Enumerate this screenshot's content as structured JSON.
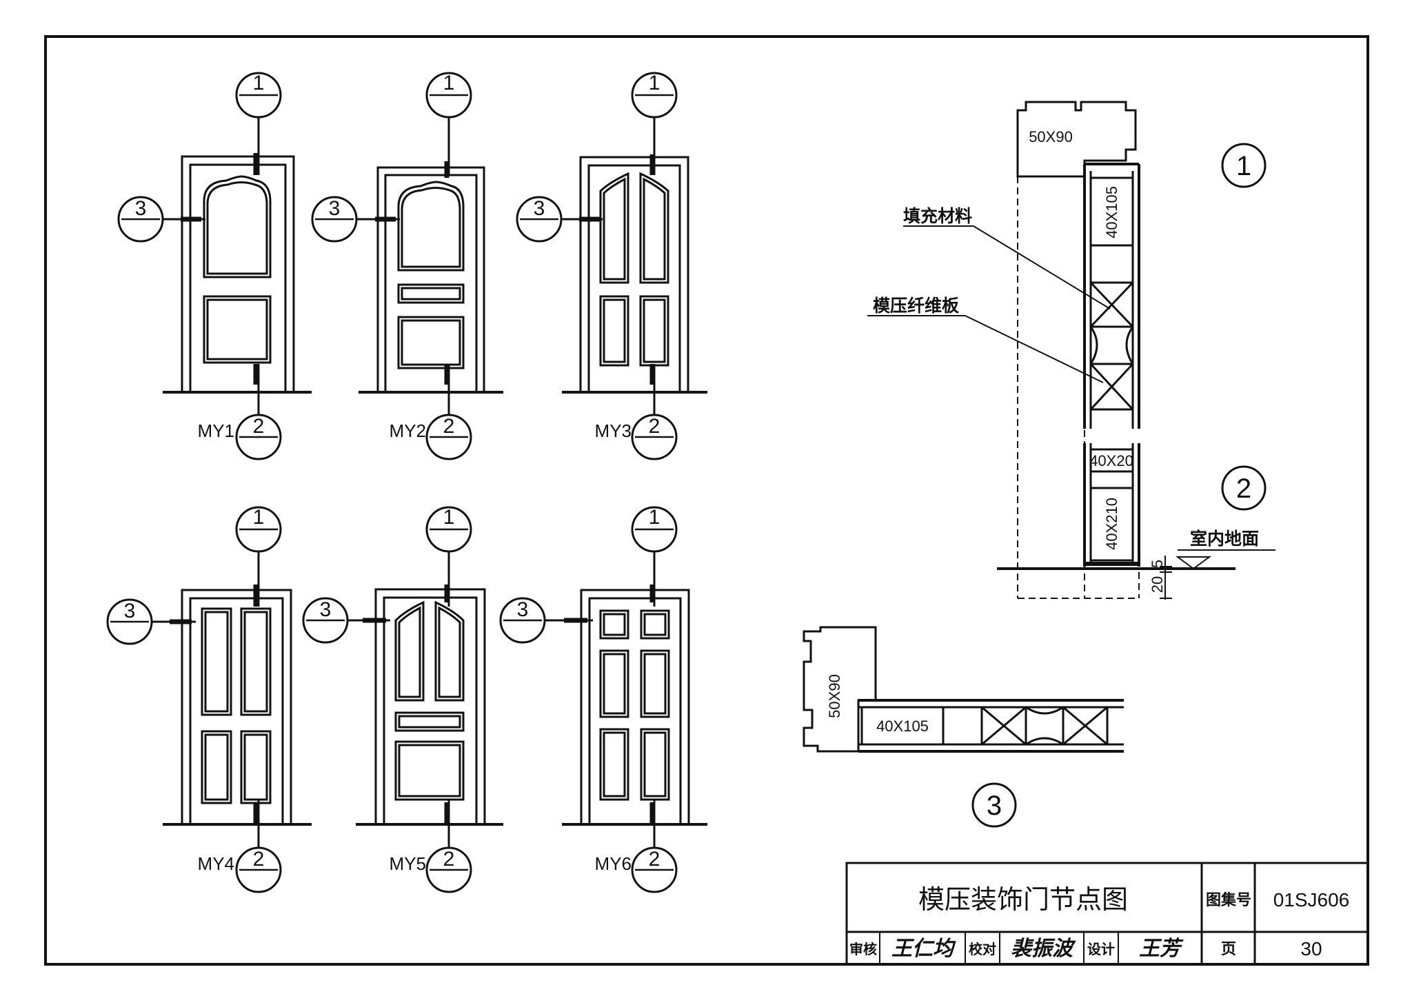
{
  "doors": [
    {
      "id": "MY1"
    },
    {
      "id": "MY2"
    },
    {
      "id": "MY3"
    },
    {
      "id": "MY4"
    },
    {
      "id": "MY5"
    },
    {
      "id": "MY6"
    }
  ],
  "section_marks": {
    "top": "1",
    "bottom": "2",
    "side": "3",
    "sub": "—"
  },
  "detail": {
    "frame_size": "50X90",
    "leaf_top": "40X105",
    "leaf_bottom": "40X210",
    "bottom_rail": "40X20",
    "fill_label": "填充材料",
    "board_label": "模压纤维板",
    "floor_label": "室内地面",
    "dim_5": "5",
    "dim_20": "20",
    "mark_1": "1",
    "mark_2": "2",
    "mark_3": "3",
    "plan_frame": "50X90",
    "plan_leaf": "40X105"
  },
  "title_block": {
    "title": "模压装饰门节点图",
    "atlas_label": "图集号",
    "atlas_no": "01SJ606",
    "review_label": "审核",
    "review_sig": "王仁均",
    "check_label": "校对",
    "check_sig": "裴振波",
    "design_label": "设计",
    "design_sig": "王芳",
    "page_label": "页",
    "page_no": "30"
  }
}
